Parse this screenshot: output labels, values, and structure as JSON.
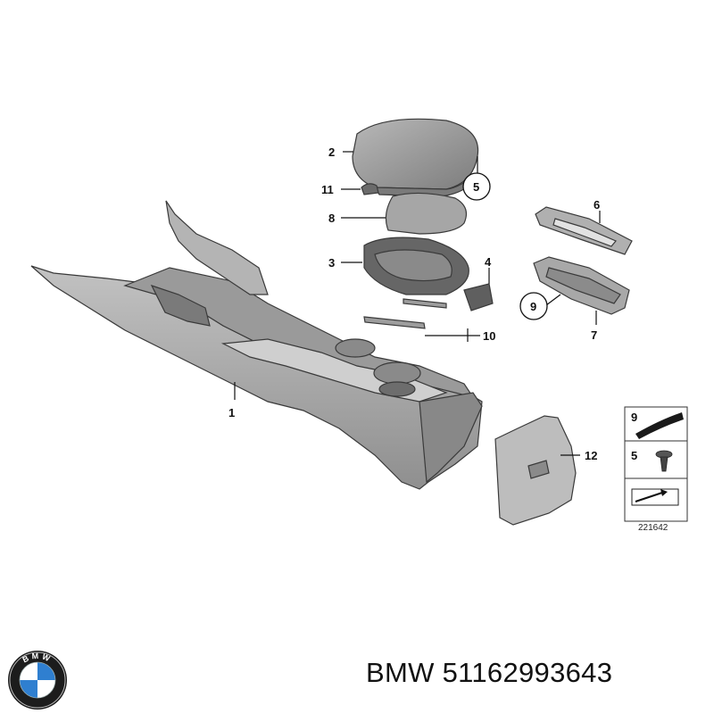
{
  "callouts": {
    "c1": "1",
    "c2": "2",
    "c3": "3",
    "c4": "4",
    "c5": "5",
    "c6": "6",
    "c7": "7",
    "c8": "8",
    "c9": "9",
    "c10": "10",
    "c11": "11",
    "c12": "12"
  },
  "legend": {
    "item_a": "9",
    "item_b": "5",
    "diagram_number": "221642"
  },
  "footer": {
    "brand": "BMW",
    "part_number": "51162993643",
    "logo_text": "BMW"
  },
  "colors": {
    "part_fill": "#a9a9a9",
    "part_dark": "#6f6f6f",
    "line": "#111111",
    "logo_blue": "#2f7fd0"
  }
}
